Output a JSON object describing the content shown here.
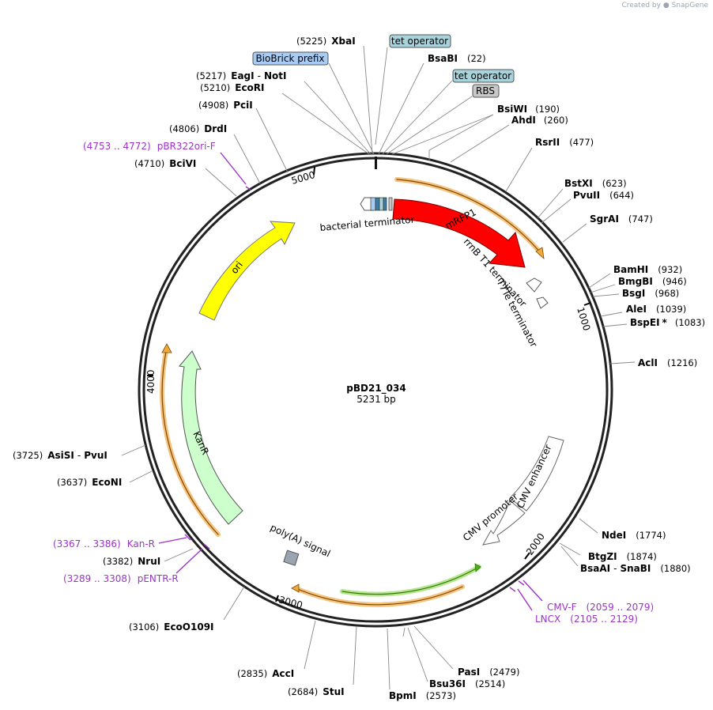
{
  "credit": {
    "prefix": "Created by",
    "brand": "SnapGene"
  },
  "plasmid": {
    "name": "pBD21_034",
    "size": "5231 bp",
    "length_bp": 5231
  },
  "ticks": [
    {
      "label": "1000",
      "bp": 1000
    },
    {
      "label": "2000",
      "bp": 2000
    },
    {
      "label": "3000",
      "bp": 3000
    },
    {
      "label": "4000",
      "bp": 4000
    },
    {
      "label": "5000",
      "bp": 5000
    }
  ],
  "enzymes": [
    {
      "name": "XbaI",
      "pos": "(5225)"
    },
    {
      "name": "BsaBI",
      "pos": "(22)"
    },
    {
      "name": "EagI",
      "name2": "NotI",
      "pos": "(5217)"
    },
    {
      "name": "EcoRI",
      "pos": "(5210)"
    },
    {
      "name": "BsiWI",
      "pos": "(190)"
    },
    {
      "name": "AhdI",
      "pos": "(260)"
    },
    {
      "name": "PciI",
      "pos": "(4908)"
    },
    {
      "name": "DrdI",
      "pos": "(4806)"
    },
    {
      "name": "RsrII",
      "pos": "(477)"
    },
    {
      "name": "BciVI",
      "pos": "(4710)"
    },
    {
      "name": "BstXI",
      "pos": "(623)"
    },
    {
      "name": "PvuII",
      "pos": "(644)"
    },
    {
      "name": "SgrAI",
      "pos": "(747)"
    },
    {
      "name": "BamHI",
      "pos": "(932)"
    },
    {
      "name": "BmgBI",
      "pos": "(946)"
    },
    {
      "name": "BsgI",
      "pos": "(968)"
    },
    {
      "name": "AleI",
      "pos": "(1039)"
    },
    {
      "name": "BspEI",
      "pos": "(1083)",
      "star": "*"
    },
    {
      "name": "AclI",
      "pos": "(1216)"
    },
    {
      "name": "AsiSI",
      "name2": "PvuI",
      "pos": "(3725)"
    },
    {
      "name": "EcoNI",
      "pos": "(3637)"
    },
    {
      "name": "NdeI",
      "pos": "(1774)"
    },
    {
      "name": "BtgZI",
      "pos": "(1874)"
    },
    {
      "name": "BsaAI",
      "name2": "SnaBI",
      "pos": "(1880)"
    },
    {
      "name": "NruI",
      "pos": "(3382)"
    },
    {
      "name": "EcoO109I",
      "pos": "(3106)"
    },
    {
      "name": "PasI",
      "pos": "(2479)"
    },
    {
      "name": "Bsu36I",
      "pos": "(2514)"
    },
    {
      "name": "AccI",
      "pos": "(2835)"
    },
    {
      "name": "StuI",
      "pos": "(2684)"
    },
    {
      "name": "BpmI",
      "pos": "(2573)"
    }
  ],
  "primers": [
    {
      "name": "pBR322ori-F",
      "range": "(4753 .. 4772)"
    },
    {
      "name": "Kan-R",
      "range": "(3367 .. 3386)"
    },
    {
      "name": "pENTR-R",
      "range": "(3289 .. 3308)"
    },
    {
      "name": "CMV-F",
      "range": "(2059 .. 2079)"
    },
    {
      "name": "LNCX",
      "range": "(2105 .. 2129)"
    }
  ],
  "tags": [
    {
      "label": "tet operator",
      "color": "#a9d3da"
    },
    {
      "label": "BioBrick prefix",
      "color": "#a9ccf5"
    },
    {
      "label": "tet operator",
      "color": "#a9d3da"
    },
    {
      "label": "RBS",
      "color": "#c8c8c8"
    }
  ],
  "features": {
    "mRFP1": "mRFP1",
    "ori": "ori",
    "KanR": "KanR",
    "bacterial_terminator": "bacterial terminator",
    "rrnB": "rrnB T1 terminator",
    "T7Te": "T7Te terminator",
    "CMV_enhancer": "CMV enhancer",
    "CMV_promoter": "CMV promoter",
    "polyA": "poly(A) signal"
  },
  "colors": {
    "mRFP1": "#ff0000",
    "ori": "#ffff00",
    "KanR": "#ccffcc",
    "orf_outline": "#f2a93b",
    "orf_green": "#4caf1f",
    "primer": "#9c33c9"
  }
}
